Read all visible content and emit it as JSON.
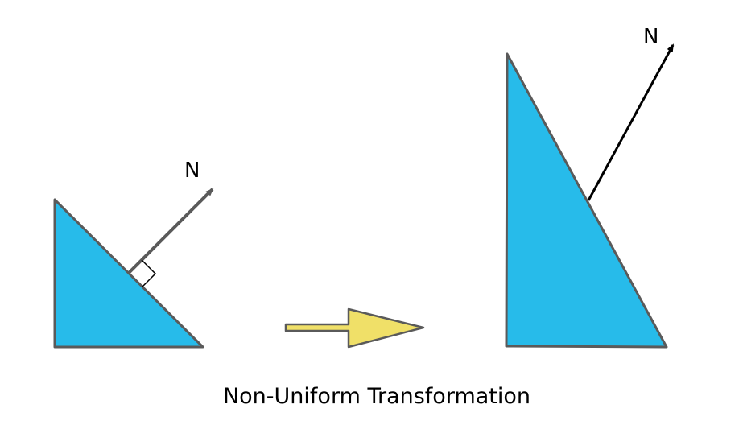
{
  "diagram": {
    "left_normal_label": "N",
    "right_normal_label": "N",
    "caption": "Non-Uniform Transformation"
  },
  "colors": {
    "triangle_fill": "#27bbea",
    "triangle_stroke": "#5a5a5a",
    "arrow_fill": "#f0e068",
    "arrow_stroke": "#5a5a5a",
    "left_normal_stroke": "#5a5a5a",
    "right_normal_stroke": "#000000"
  },
  "icons": {
    "transform_arrow": "right-arrow-icon",
    "right_angle_marker": "right-angle-icon"
  }
}
